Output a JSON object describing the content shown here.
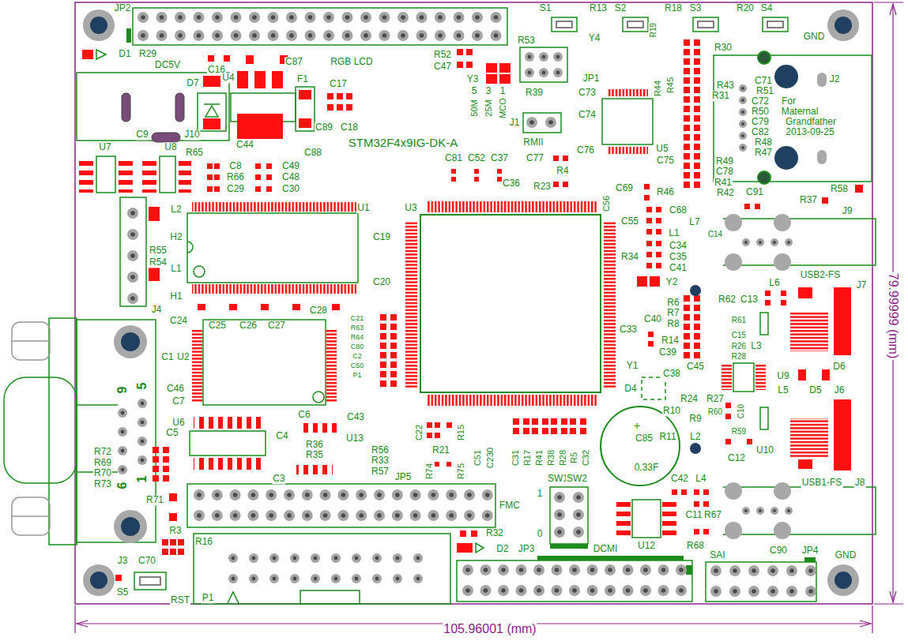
{
  "diagram": {
    "labels": [
      "JP2",
      "S1",
      "R13",
      "S2",
      "R18",
      "R19",
      "S3",
      "R20",
      "S4",
      "GND",
      "D1",
      "R29",
      "DC5V",
      "C16",
      "C87",
      "RGB LCD",
      "U4",
      "R52",
      "C47",
      "Y3",
      "R53",
      "Y4",
      "JP1",
      "R44",
      "R45",
      "R30",
      "R43",
      "R31",
      "C71",
      "R51",
      "C72",
      "For",
      "R50",
      "Maternal",
      "C79",
      "Grandfather",
      "C82",
      "2013-09-25",
      "R48",
      "R47",
      "R49",
      "C78",
      "R41",
      "R42",
      "J2",
      "5",
      "3",
      "1",
      "50M",
      "25M",
      "MCO",
      "R39",
      "C73",
      "J1",
      "C74",
      "RMII",
      "D7",
      "F1",
      "C17",
      "C89",
      "C18",
      "C9",
      "J10",
      "U7",
      "U8",
      "R65",
      "C44",
      "C88",
      "STM32F4x9IG-DK-A",
      "C76",
      "U5",
      "C75",
      "C8",
      "C49",
      "R66",
      "C48",
      "C29",
      "C30",
      "C81",
      "C52",
      "C37",
      "C77",
      "R4",
      "C36",
      "R23",
      "R46",
      "C91",
      "R37",
      "R58",
      "J9",
      "C56",
      "C69",
      "C68",
      "C55",
      "L1",
      "L7",
      "C14",
      "U1",
      "U3",
      "L2",
      "H2",
      "R55",
      "R54",
      "L1",
      "H1",
      "J4",
      "C19",
      "C20",
      "C34",
      "R34",
      "C35",
      "C41",
      "USB2-FS",
      "J7",
      "Y2",
      "R6",
      "R62",
      "C13",
      "L6",
      "R7",
      "R61",
      "C40",
      "R8",
      "C33",
      "C15",
      "R14",
      "R26",
      "L3",
      "C39",
      "R28",
      "Y1",
      "C38",
      "C45",
      "U9",
      "D6",
      "D5",
      "J6",
      "D4",
      "L5",
      "C24",
      "C25",
      "C26",
      "C27",
      "C28",
      "C21",
      "R63",
      "R64",
      "C80",
      "C2",
      "C50",
      "P1",
      "C1",
      "U2",
      "C46",
      "C7",
      "U6",
      "C5",
      "9",
      "5",
      "6",
      "1",
      "R72",
      "R69",
      "R70",
      "R73",
      "C6",
      "C43",
      "C4",
      "U13",
      "R36",
      "R35",
      "R56",
      "R33",
      "R57",
      "C3",
      "JP5",
      "FMC",
      "C22",
      "R15",
      "R21",
      "R74",
      "R75",
      "C51",
      "C230",
      "C31",
      "R17",
      "R41",
      "R38",
      "R28",
      "R5",
      "C32",
      "R24",
      "R27",
      "R10",
      "R60",
      "R9",
      "C10",
      "R11",
      "L2",
      "R59",
      "C12",
      "U10",
      "+",
      "C85",
      "0.33F",
      "USB1-FS",
      "J8",
      "C42",
      "L4",
      "C11",
      "R67",
      "R68",
      "U12",
      "SW1",
      "SW2",
      "1",
      "0",
      "R71",
      "R3",
      "R16",
      "J3",
      "C70",
      "S5",
      "RST",
      "P1",
      "R32",
      "D2",
      "JP3",
      "DCMI",
      "SAI",
      "C90",
      "JP4",
      "GND",
      "105.96001 (mm)",
      "79.99999 (mm)"
    ]
  }
}
